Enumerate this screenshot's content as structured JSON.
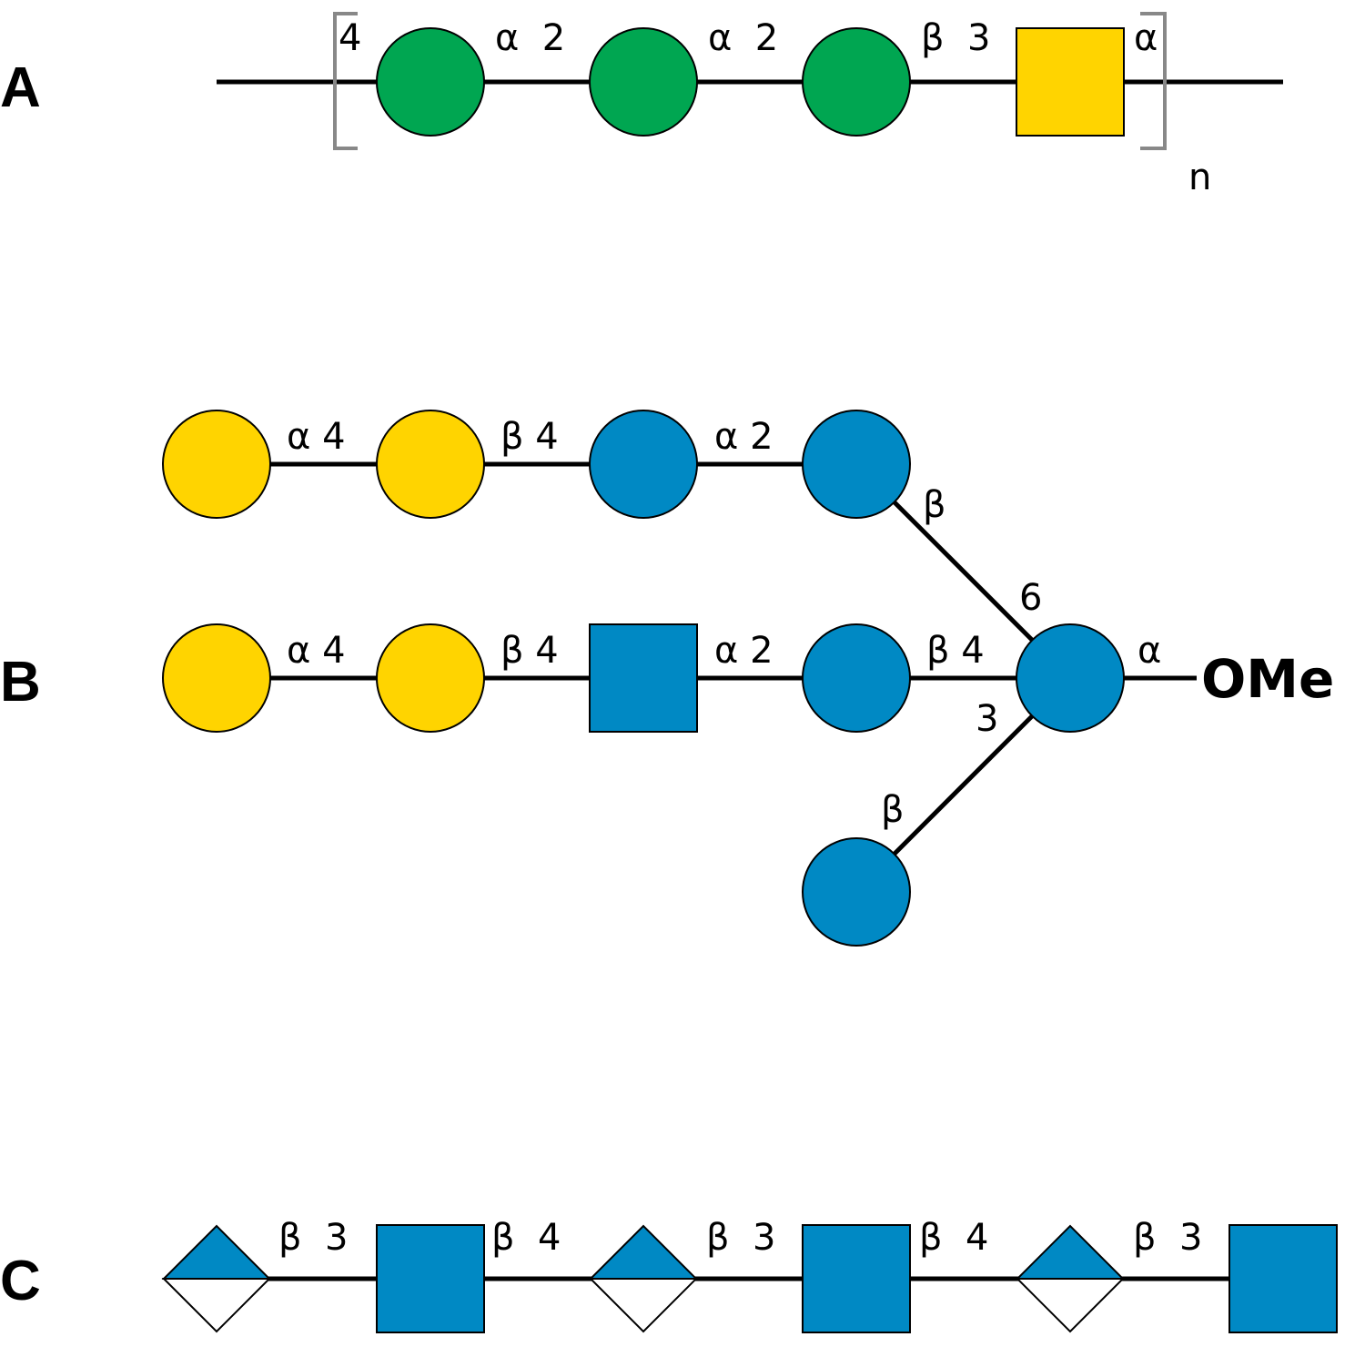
{
  "colors": {
    "green": "#00A651",
    "yellow": "#FFD400",
    "blue": "#0089C4",
    "white": "#FFFFFF",
    "bracket": "#888888"
  },
  "panels": {
    "A": {
      "label": "A",
      "residues": [
        {
          "shape": "circle",
          "color": "green"
        },
        {
          "shape": "circle",
          "color": "green"
        },
        {
          "shape": "circle",
          "color": "green"
        },
        {
          "shape": "square",
          "color": "yellow"
        }
      ],
      "linkages": [
        "α  2",
        "α  2",
        "β  3"
      ],
      "repeat": {
        "start_position": "4",
        "end_anomer": "α",
        "count_label": "n"
      }
    },
    "B": {
      "label": "B",
      "upper_branch": {
        "residues": [
          {
            "shape": "circle",
            "color": "yellow"
          },
          {
            "shape": "circle",
            "color": "yellow"
          },
          {
            "shape": "circle",
            "color": "blue"
          },
          {
            "shape": "circle",
            "color": "blue"
          }
        ],
        "linkages": [
          "α 4",
          "β 4",
          "α 2"
        ],
        "to_core_anomer": "β",
        "to_core_position": "6"
      },
      "main_chain": {
        "residues": [
          {
            "shape": "circle",
            "color": "yellow"
          },
          {
            "shape": "circle",
            "color": "yellow"
          },
          {
            "shape": "square",
            "color": "blue"
          },
          {
            "shape": "circle",
            "color": "blue"
          }
        ],
        "linkages": [
          "α 4",
          "β 4",
          "α 2",
          "β 4"
        ]
      },
      "core": {
        "shape": "circle",
        "color": "blue",
        "anomer": "α",
        "aglycone": "OMe"
      },
      "lower_branch": {
        "residue": {
          "shape": "circle",
          "color": "blue"
        },
        "anomer": "β",
        "position": "3"
      }
    },
    "C": {
      "label": "C",
      "residues": [
        {
          "shape": "diamond-half",
          "color": "blue"
        },
        {
          "shape": "square",
          "color": "blue"
        },
        {
          "shape": "diamond-half",
          "color": "blue"
        },
        {
          "shape": "square",
          "color": "blue"
        },
        {
          "shape": "diamond-half",
          "color": "blue"
        },
        {
          "shape": "square",
          "color": "blue"
        }
      ],
      "linkages": [
        "β  3",
        "β  4",
        "β  3",
        "β  4",
        "β  3"
      ]
    }
  }
}
